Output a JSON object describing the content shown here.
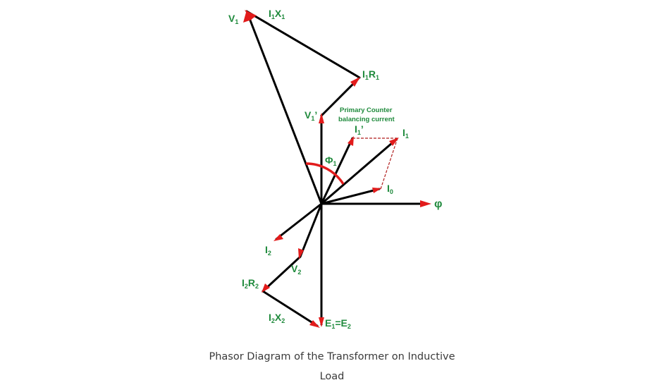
{
  "colors": {
    "phasor_line": "#000000",
    "arrow_head": "#e21b1b",
    "label_text": "#1f8a3c",
    "dashed_line": "#b01c1c",
    "angle_arc": "#e21b1b"
  },
  "labels": {
    "V1": {
      "main": "V",
      "sub": "1",
      "suffix": ""
    },
    "I1X1": {
      "a": "I",
      "a_sub": "1",
      "b": "X",
      "b_sub": "1"
    },
    "I1R1": {
      "a": "I",
      "a_sub": "1",
      "b": "R",
      "b_sub": "1"
    },
    "V1_prime": {
      "main": "V",
      "sub": "1",
      "suffix": "’"
    },
    "counter_current_line1": "Primary Counter",
    "counter_current_line2": "balancing current",
    "I1_prime": {
      "main": "I",
      "sub": "1",
      "suffix": "’"
    },
    "I1": {
      "main": "I",
      "sub": "1"
    },
    "Phi1": {
      "main": "Φ",
      "sub": "1"
    },
    "I0": {
      "main": "I",
      "sub": "0"
    },
    "phi": "φ",
    "I2": {
      "main": "I",
      "sub": "2"
    },
    "V2": {
      "main": "V",
      "sub": "2"
    },
    "I2R2": {
      "a": "I",
      "a_sub": "2",
      "b": "R",
      "b_sub": "2"
    },
    "I2X2": {
      "a": "I",
      "a_sub": "2",
      "b": "X",
      "b_sub": "2"
    },
    "E1E2": {
      "a": "E",
      "a_sub": "1",
      "eq": "=",
      "b": "E",
      "b_sub": "2"
    }
  },
  "caption": {
    "line1": "Phasor Diagram of the Transformer on Inductive",
    "line2": "Load"
  }
}
